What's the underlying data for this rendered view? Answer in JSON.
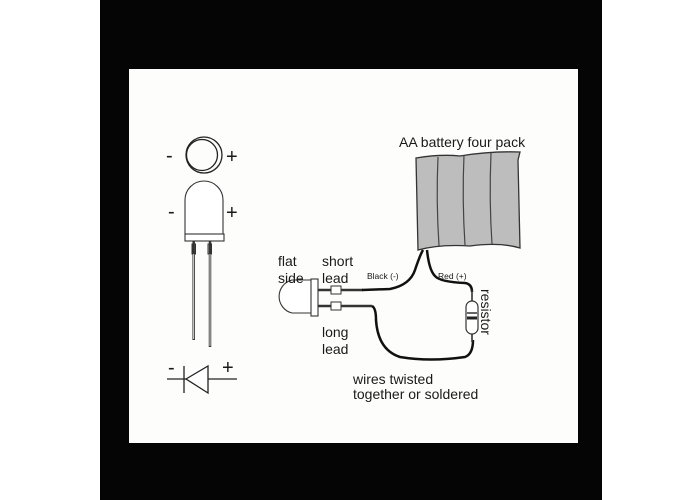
{
  "battery": {
    "label": "AA battery four pack"
  },
  "led_top_view": {
    "minus": "-",
    "plus": "+"
  },
  "led_side_view": {
    "minus": "-",
    "plus": "+"
  },
  "diode_symbol": {
    "minus": "-",
    "plus": "+"
  },
  "labels": {
    "flat_side": [
      "flat",
      "side"
    ],
    "short_lead": [
      "short",
      "lead"
    ],
    "long_lead": [
      "long",
      "lead"
    ],
    "black_wire": "Black (-)",
    "red_wire": "Red (+)",
    "resistor": "resistor",
    "wires_note": [
      "wires twisted",
      "together or soldered"
    ]
  }
}
